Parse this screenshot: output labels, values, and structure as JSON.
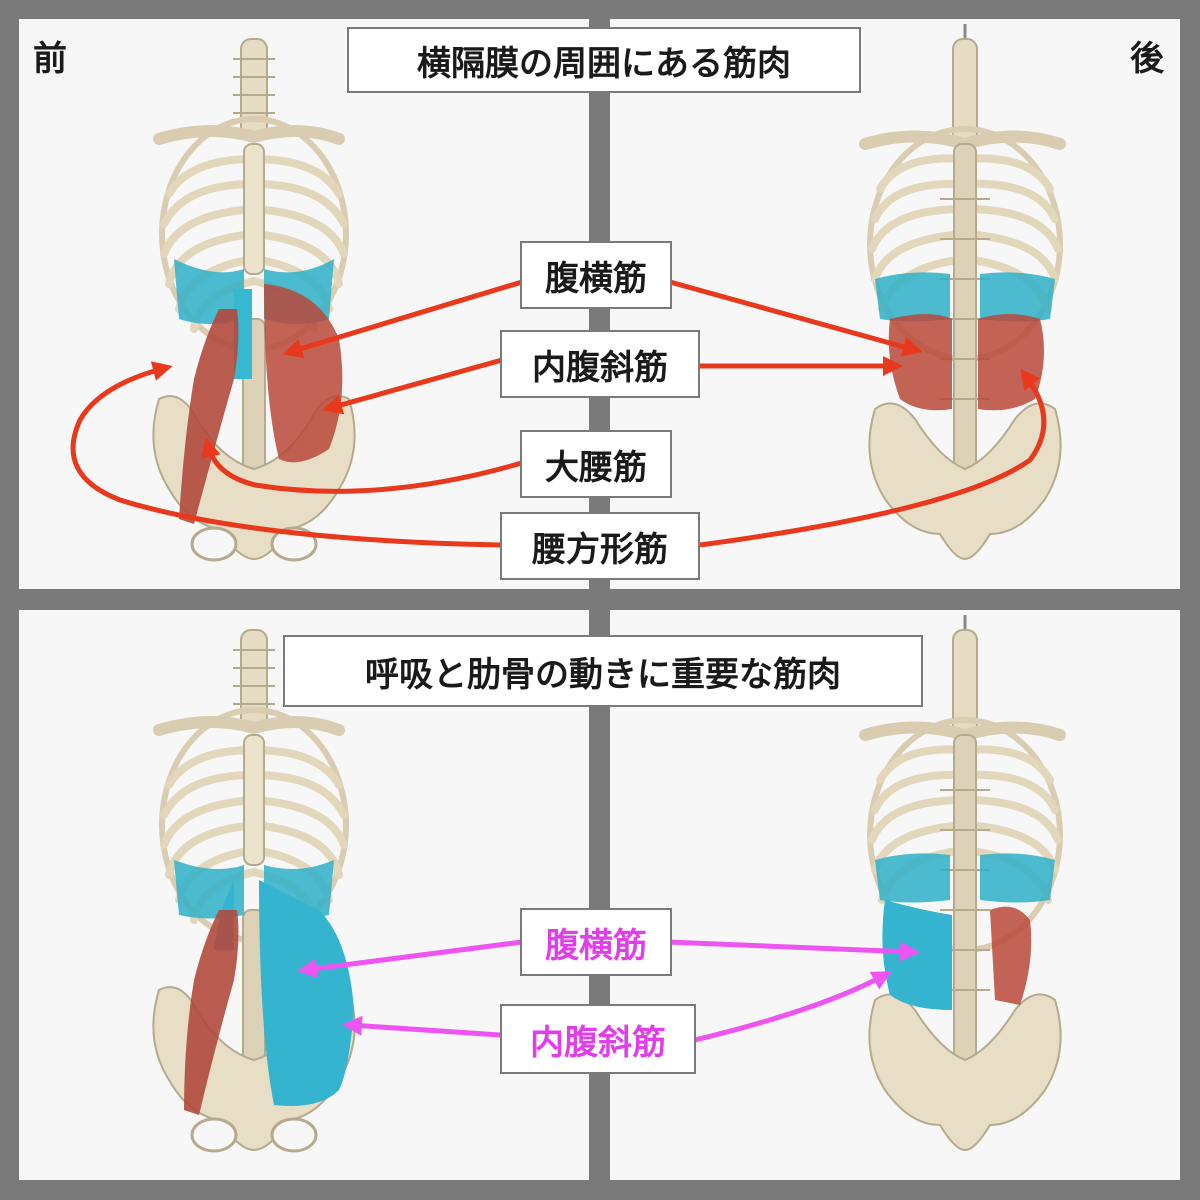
{
  "corner_labels": {
    "front": "前",
    "back": "後"
  },
  "top_section": {
    "title": "横隔膜の周囲にある筋肉",
    "muscles": [
      "腹横筋",
      "内腹斜筋",
      "大腰筋",
      "腰方形筋"
    ]
  },
  "bottom_section": {
    "title": "呼吸と肋骨の動きに重要な筋肉",
    "muscles": [
      "腹横筋",
      "内腹斜筋"
    ]
  },
  "colors": {
    "background": "#7a7a7a",
    "panel": "#f7f7f7",
    "arrow_top": "#e8391c",
    "arrow_bottom": "#ee55f0",
    "pink_text": "#e03ee8",
    "bone": "#e6dcc4",
    "muscle_red": "#b8493a",
    "muscle_blue": "#2fb0c8"
  }
}
